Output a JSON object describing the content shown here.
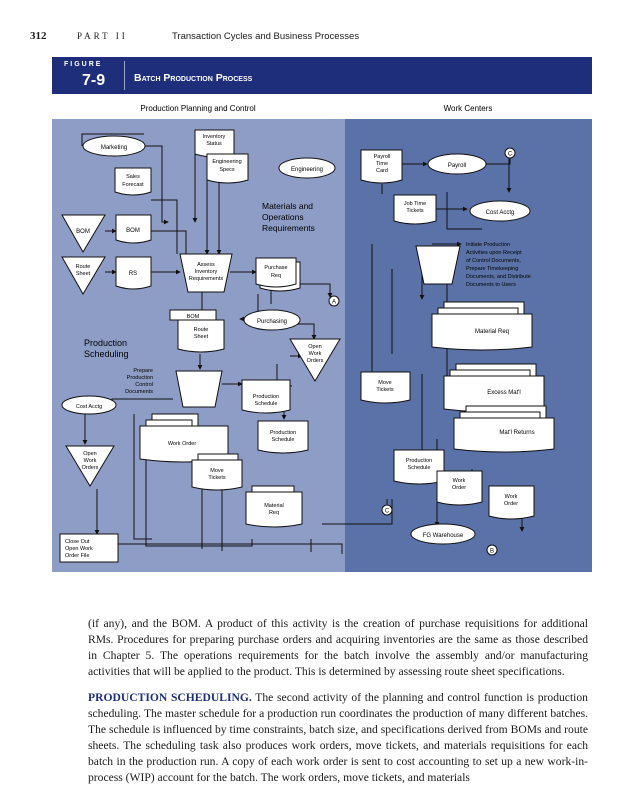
{
  "header": {
    "page_number": "312",
    "part": "PART II",
    "title": "Transaction Cycles and Business Processes"
  },
  "figure": {
    "label": "FIGURE",
    "number": "7-9",
    "title": "Batch Production Process"
  },
  "diagram": {
    "left_panel_title": "Production Planning and Control",
    "right_panel_title": "Work Centers",
    "marketing": "Marketing",
    "inventory_status": [
      "Inventory",
      "Status"
    ],
    "engineering_specs": [
      "Engineering",
      "Specs"
    ],
    "engineering": "Engineering",
    "sales_forecast": [
      "Sales",
      "Forecast"
    ],
    "materials_ops_req": [
      "Materials and",
      "Operations",
      "Requirements"
    ],
    "bom_file": "BOM",
    "bom_doc": "BOM",
    "route_sheet_file": [
      "Route",
      "Sheet"
    ],
    "rs_doc": "RS",
    "assess_inventory": [
      "Assess",
      "Inventory",
      "Requirements"
    ],
    "purchase_req": [
      "Purchase",
      "Req"
    ],
    "connector_a": "A",
    "bom_small": "BOM",
    "route_sheet_doc": [
      "Route",
      "Sheet"
    ],
    "purchasing": "Purchasing",
    "production_scheduling": [
      "Production",
      "Scheduling"
    ],
    "open_work_orders_file": [
      "Open",
      "Work",
      "Orders"
    ],
    "prepare_docs": [
      "Prepare",
      "Production",
      "Control",
      "Documents"
    ],
    "cost_acctg_left": "Cost Acctg",
    "production_schedule_doc": [
      "Production",
      "Schedule"
    ],
    "production_schedule_doc2": [
      "Production",
      "Schedule"
    ],
    "work_order": "Work Order",
    "open_work_orders_left": [
      "Open",
      "Work",
      "Orders"
    ],
    "move_tickets_left": [
      "Move",
      "Tickets"
    ],
    "material_req_left": [
      "Material",
      "Req"
    ],
    "close_out": [
      "Close Out",
      "Open Work",
      "Order File"
    ],
    "payroll_time_card": [
      "Payroll",
      "Time",
      "Card"
    ],
    "payroll": "Payroll",
    "connector_c_top": "C",
    "job_time_tickets": [
      "Job Time",
      "Tickets"
    ],
    "cost_acctg_right": "Cost Acctg",
    "initiate_note": [
      "Initiate Production",
      "Activities upon Receipt",
      "of Control Documents,",
      "Prepare Timekeeping",
      "Documents, and Distribute",
      "Documents to Users"
    ],
    "material_req_right": "Material Req",
    "move_tickets_right": [
      "Move",
      "Tickets"
    ],
    "excess_matl": "Excess Mat'l",
    "matl_returns": "Mat'l Returns",
    "production_schedule_right": [
      "Production",
      "Schedule"
    ],
    "work_order_right1": [
      "Work",
      "Order"
    ],
    "work_order_right2": [
      "Work",
      "Order"
    ],
    "connector_c_bottom": "C",
    "fg_warehouse": "FG Warehouse",
    "connector_b": "B"
  },
  "body": {
    "para1": "(if any), and the BOM. A product of this activity is the creation of purchase requisitions for additional RMs. Procedures for preparing purchase orders and acquiring inventories are the same as those described in Chapter 5. The operations requirements for the batch involve the assembly and/or manufacturing activities that will be applied to the product. This is determined by assessing route sheet specifications.",
    "para2_head": "PRODUCTION SCHEDULING.",
    "para2": " The second activity of the planning and control function is production scheduling. The master schedule for a production run coordinates the production of many different batches. The schedule is influenced by time constraints, batch size, and specifications derived from BOMs and route sheets. The scheduling task also produces work orders, move tickets, and materials requisitions for each batch in the production run. A copy of each work order is sent to cost accounting to set up a new work-in-process (WIP) account for the batch. The work orders, move tickets, and materials"
  },
  "colors": {
    "banner": "#1e2e7a",
    "left_panel": "#8e9dc6",
    "right_panel": "#5b72a8",
    "shape_fill": "#ffffff"
  }
}
